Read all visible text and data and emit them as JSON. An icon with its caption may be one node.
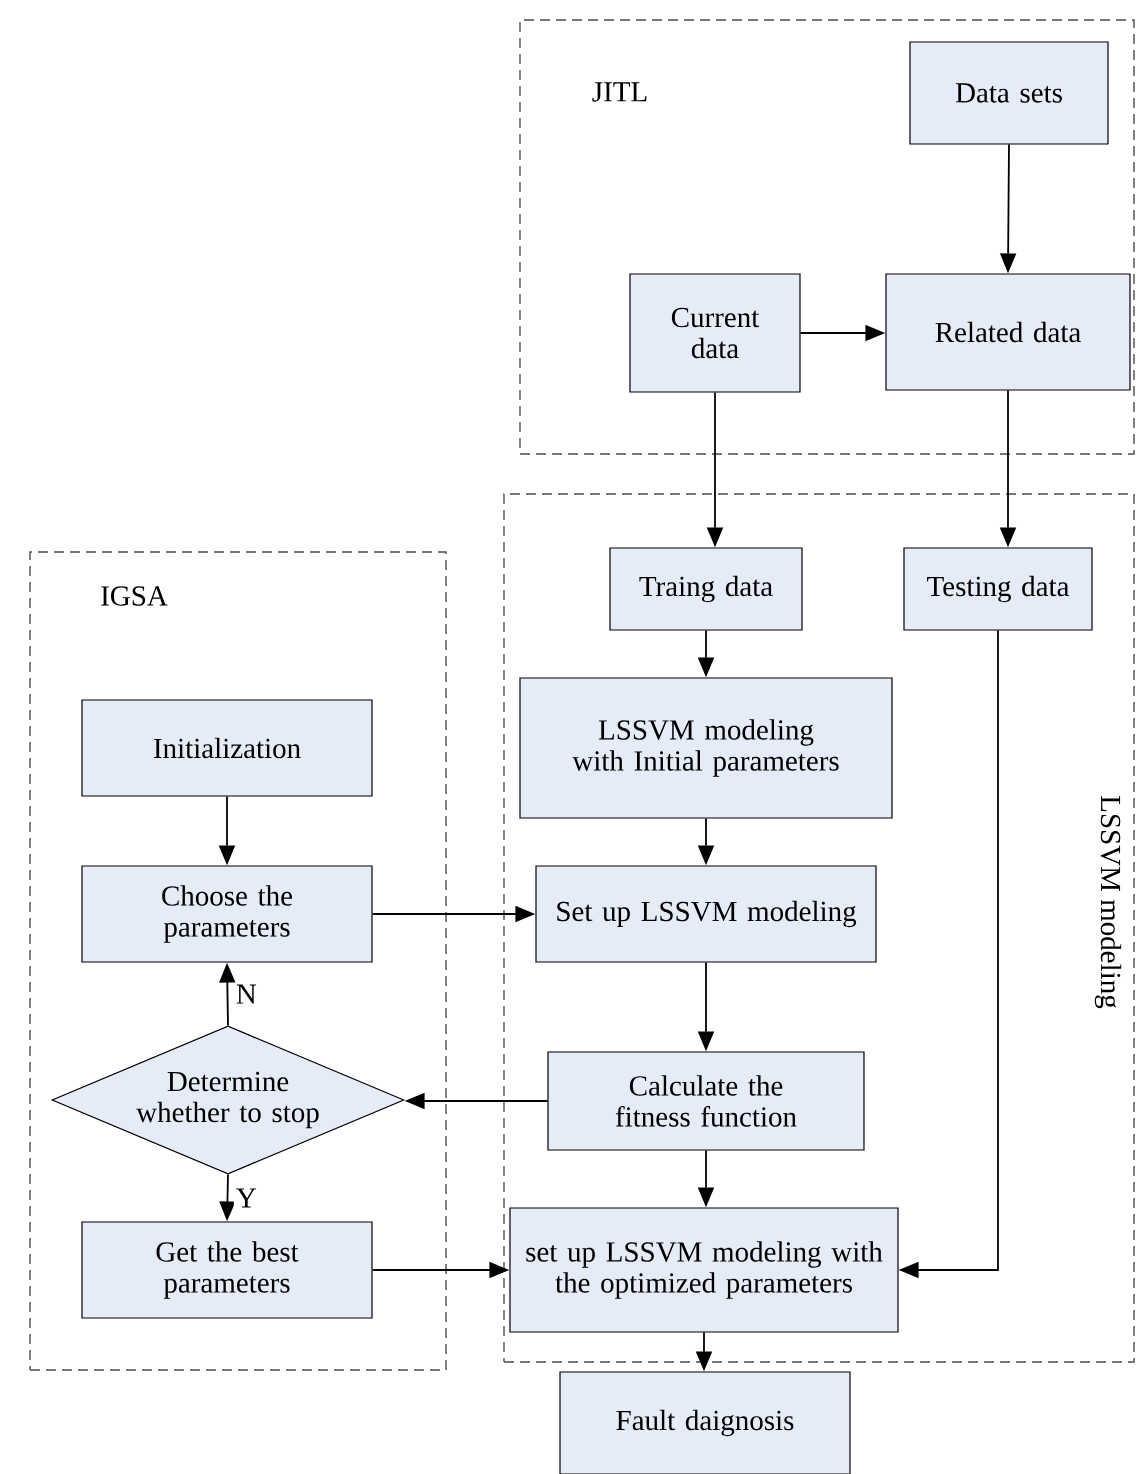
{
  "diagram": {
    "nodes": [
      {
        "text": [
          "JITL"
        ]
      },
      {
        "text": [
          "Data sets"
        ],
        "in": 0
      },
      {
        "text": [
          "Current data"
        ],
        "in": 0
      },
      {
        "text": [
          "Related data"
        ],
        "in": 0
      },
      {
        "text": [
          "IGSA"
        ]
      },
      {
        "text": [
          "Initialization"
        ],
        "in": 4
      },
      {
        "text": [
          "Choose the parameters"
        ],
        "in": 4
      },
      {
        "text": [
          "Determine whether to stop"
        ],
        "in": 4
      },
      {
        "text": [
          "Get the best parameters"
        ],
        "in": 4
      },
      {
        "text": [
          "LSSVM modeling"
        ]
      },
      {
        "text": [
          "Traing data"
        ],
        "in": 9
      },
      {
        "text": [
          "Testing data"
        ],
        "in": 9
      },
      {
        "text": [
          "LSSVM modeling with Initial parameters"
        ],
        "in": 9
      },
      {
        "text": [
          "Set up LSSVM modeling"
        ],
        "in": 9
      },
      {
        "text": [
          "Calculate the fitness function"
        ],
        "in": 9
      },
      {
        "text": [
          "set up LSSVM modeling with the optimized parameters"
        ],
        "in": 9
      },
      {
        "text": [
          "Fault daignosis"
        ]
      }
    ],
    "edges": [
      {
        "from": 1,
        "to": 3,
        "arrow": "to"
      },
      {
        "from": 2,
        "to": 3,
        "arrow": "to"
      },
      {
        "from": 2,
        "to": 10,
        "arrow": "to"
      },
      {
        "from": 3,
        "to": 11,
        "arrow": "to"
      },
      {
        "from": 5,
        "to": 6,
        "arrow": "to"
      },
      {
        "from": 6,
        "to": 13,
        "arrow": "to"
      },
      {
        "from": 7,
        "to": 6,
        "arrow": "to",
        "label": "N"
      },
      {
        "from": 7,
        "to": 8,
        "arrow": "to",
        "label": "Y"
      },
      {
        "from": 8,
        "to": 15,
        "arrow": "to"
      },
      {
        "from": 10,
        "to": 12,
        "arrow": "to"
      },
      {
        "from": 12,
        "to": 13,
        "arrow": "to"
      },
      {
        "from": 13,
        "to": 14,
        "arrow": "to"
      },
      {
        "from": 14,
        "to": 7,
        "arrow": "to"
      },
      {
        "from": 14,
        "to": 15,
        "arrow": "to"
      },
      {
        "from": 11,
        "to": 15,
        "arrow": "to"
      },
      {
        "from": 15,
        "to": 16,
        "arrow": "to"
      }
    ]
  }
}
